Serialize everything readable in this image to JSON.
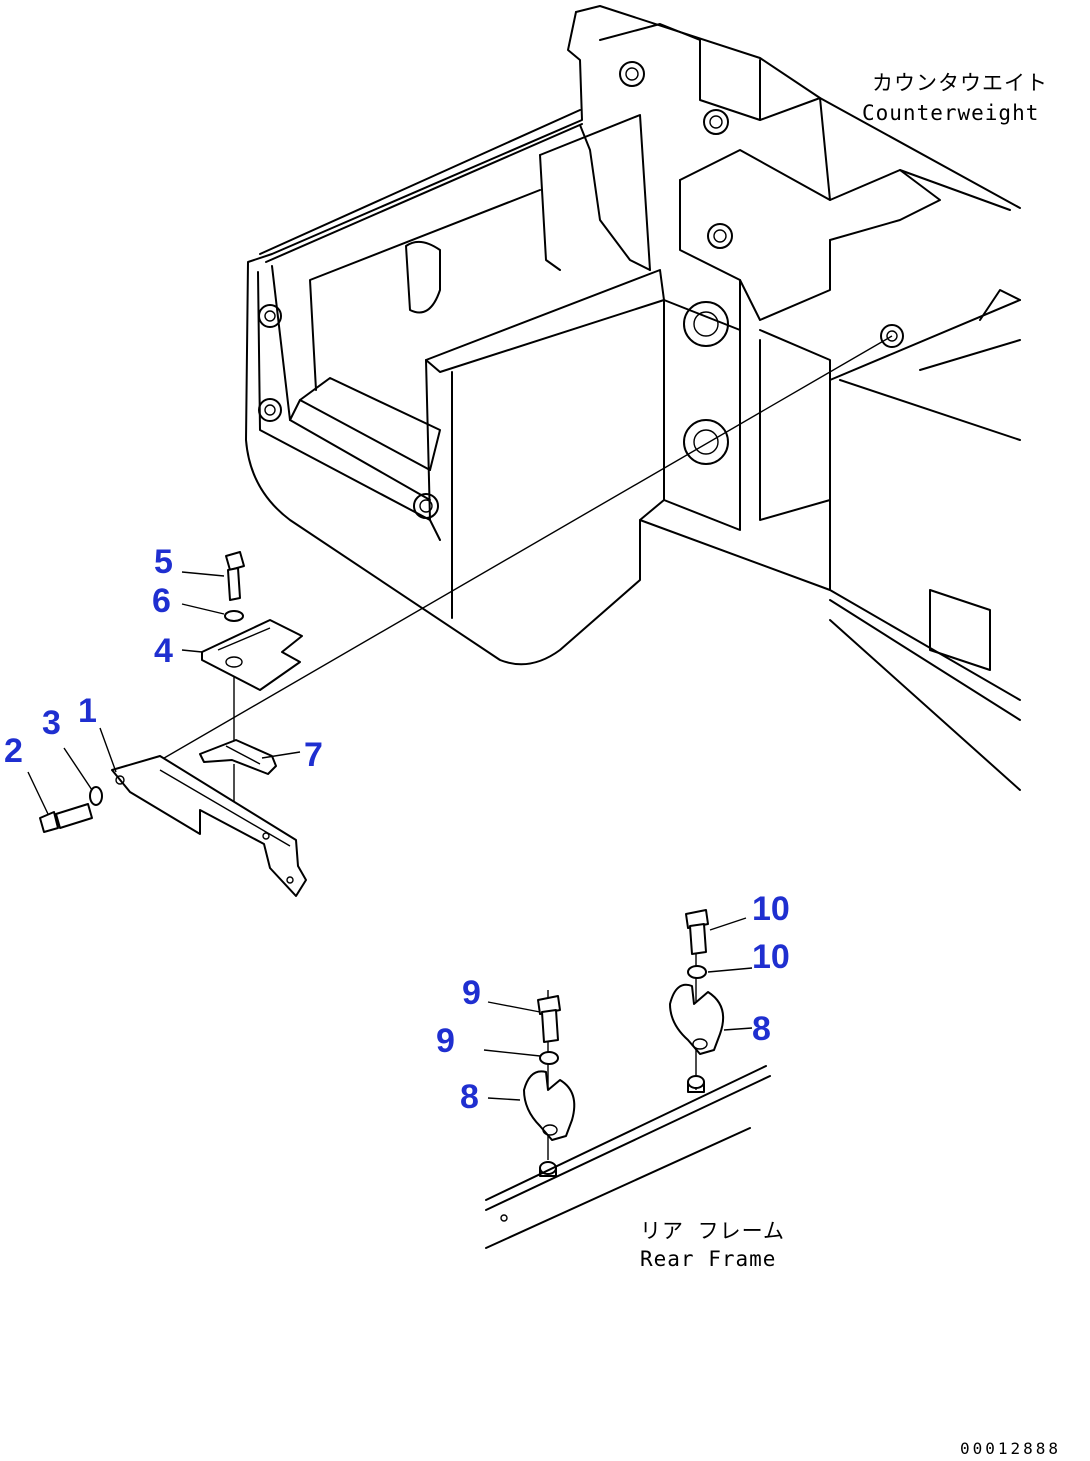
{
  "labels": {
    "counterweight_jp": "カウンタウエイト",
    "counterweight_en": "Counterweight",
    "rear_frame_jp": "リア フレーム",
    "rear_frame_en": "Rear Frame",
    "drawing_code": "00012888"
  },
  "callouts": [
    {
      "id": "c1",
      "text": "1"
    },
    {
      "id": "c2",
      "text": "2"
    },
    {
      "id": "c3",
      "text": "3"
    },
    {
      "id": "c4",
      "text": "4"
    },
    {
      "id": "c5",
      "text": "5"
    },
    {
      "id": "c6",
      "text": "6"
    },
    {
      "id": "c7",
      "text": "7"
    },
    {
      "id": "c8a",
      "text": "8"
    },
    {
      "id": "c8b",
      "text": "8"
    },
    {
      "id": "c9a",
      "text": "9"
    },
    {
      "id": "c9b",
      "text": "9"
    },
    {
      "id": "c10a",
      "text": "10"
    },
    {
      "id": "c10b",
      "text": "10"
    }
  ],
  "colors": {
    "callout": "#1f2fd0",
    "line": "#000000",
    "background": "#ffffff"
  }
}
